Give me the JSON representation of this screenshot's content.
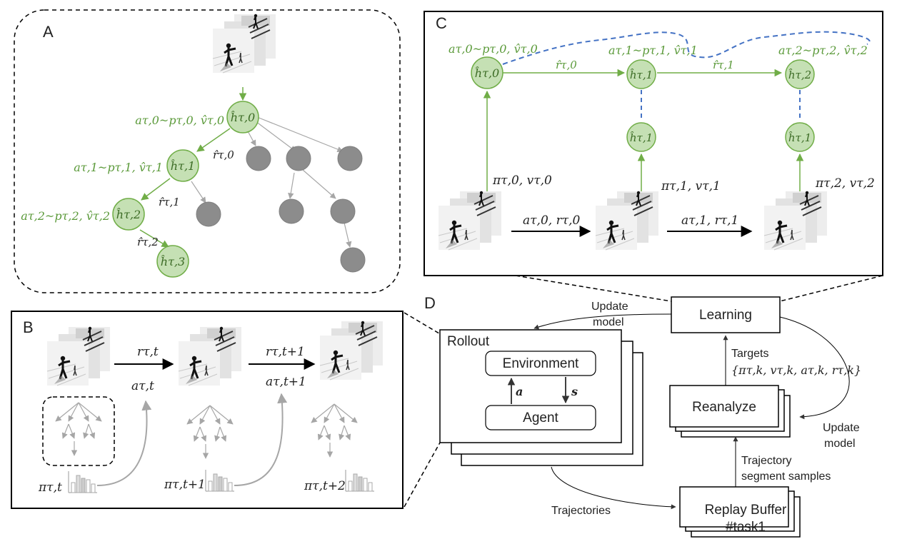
{
  "colors": {
    "green_fill": "#c5e0b4",
    "green_stroke": "#70ad47",
    "green_text": "#5b9a3a",
    "gray_node": "#8c8c8c",
    "dash_blue": "#4472c4"
  },
  "panels": {
    "a": "A",
    "b": "B",
    "c": "C",
    "d": "D"
  },
  "panel_a": {
    "root": "ĥτ,0",
    "root_eq": "aτ,0~pτ,0, v̂τ,0",
    "n1": "ĥτ,1",
    "n1_eq": "aτ,1~pτ,1, v̂τ,1",
    "n2": "ĥτ,2",
    "n2_eq": "aτ,2~pτ,2, v̂τ,2",
    "n3": "ĥτ,3",
    "r0": "r̂τ,0",
    "r1": "r̂τ,1",
    "r2": "r̂τ,2"
  },
  "panel_b": {
    "r_t": "rτ,t",
    "a_t": "aτ,t",
    "r_t1": "rτ,t+1",
    "a_t1": "aτ,t+1",
    "pi_t": "πτ,t",
    "pi_t1": "πτ,t+1",
    "pi_t2": "πτ,t+2"
  },
  "panel_c": {
    "h0": "ĥτ,0",
    "h1": "ĥτ,1",
    "h2": "ĥτ,2",
    "h1b": "ĥτ,1",
    "h1c": "ĥτ,1",
    "eq0": "aτ,0~pτ,0, v̂τ,0",
    "eq1": "aτ,1~pτ,1, v̂τ,1",
    "eq2": "aτ,2~pτ,2, v̂τ,2",
    "r0": "r̂τ,0",
    "r1": "r̂τ,1",
    "pv0": "πτ,0, vτ,0",
    "pv1": "πτ,1, vτ,1",
    "pv2": "πτ,2, vτ,2",
    "ar0": "aτ,0, rτ,0",
    "ar1": "aτ,1, rτ,1"
  },
  "panel_d": {
    "learning": "Learning",
    "rollout": "Rollout",
    "environment": "Environment",
    "agent": "Agent",
    "a": "a",
    "s": "s",
    "reanalyze": "Reanalyze",
    "replay_line1": "Replay Buffer",
    "replay_line2": "#task1",
    "update_model_top_1": "Update",
    "update_model_top_2": "model",
    "targets_1": "Targets",
    "targets_2": "{πτ,k, vτ,k, aτ,k, rτ,k}",
    "update_model_right_1": "Update",
    "update_model_right_2": "model",
    "traj_seg_1": "Trajectory",
    "traj_seg_2": "segment samples",
    "trajectories": "Trajectories"
  }
}
